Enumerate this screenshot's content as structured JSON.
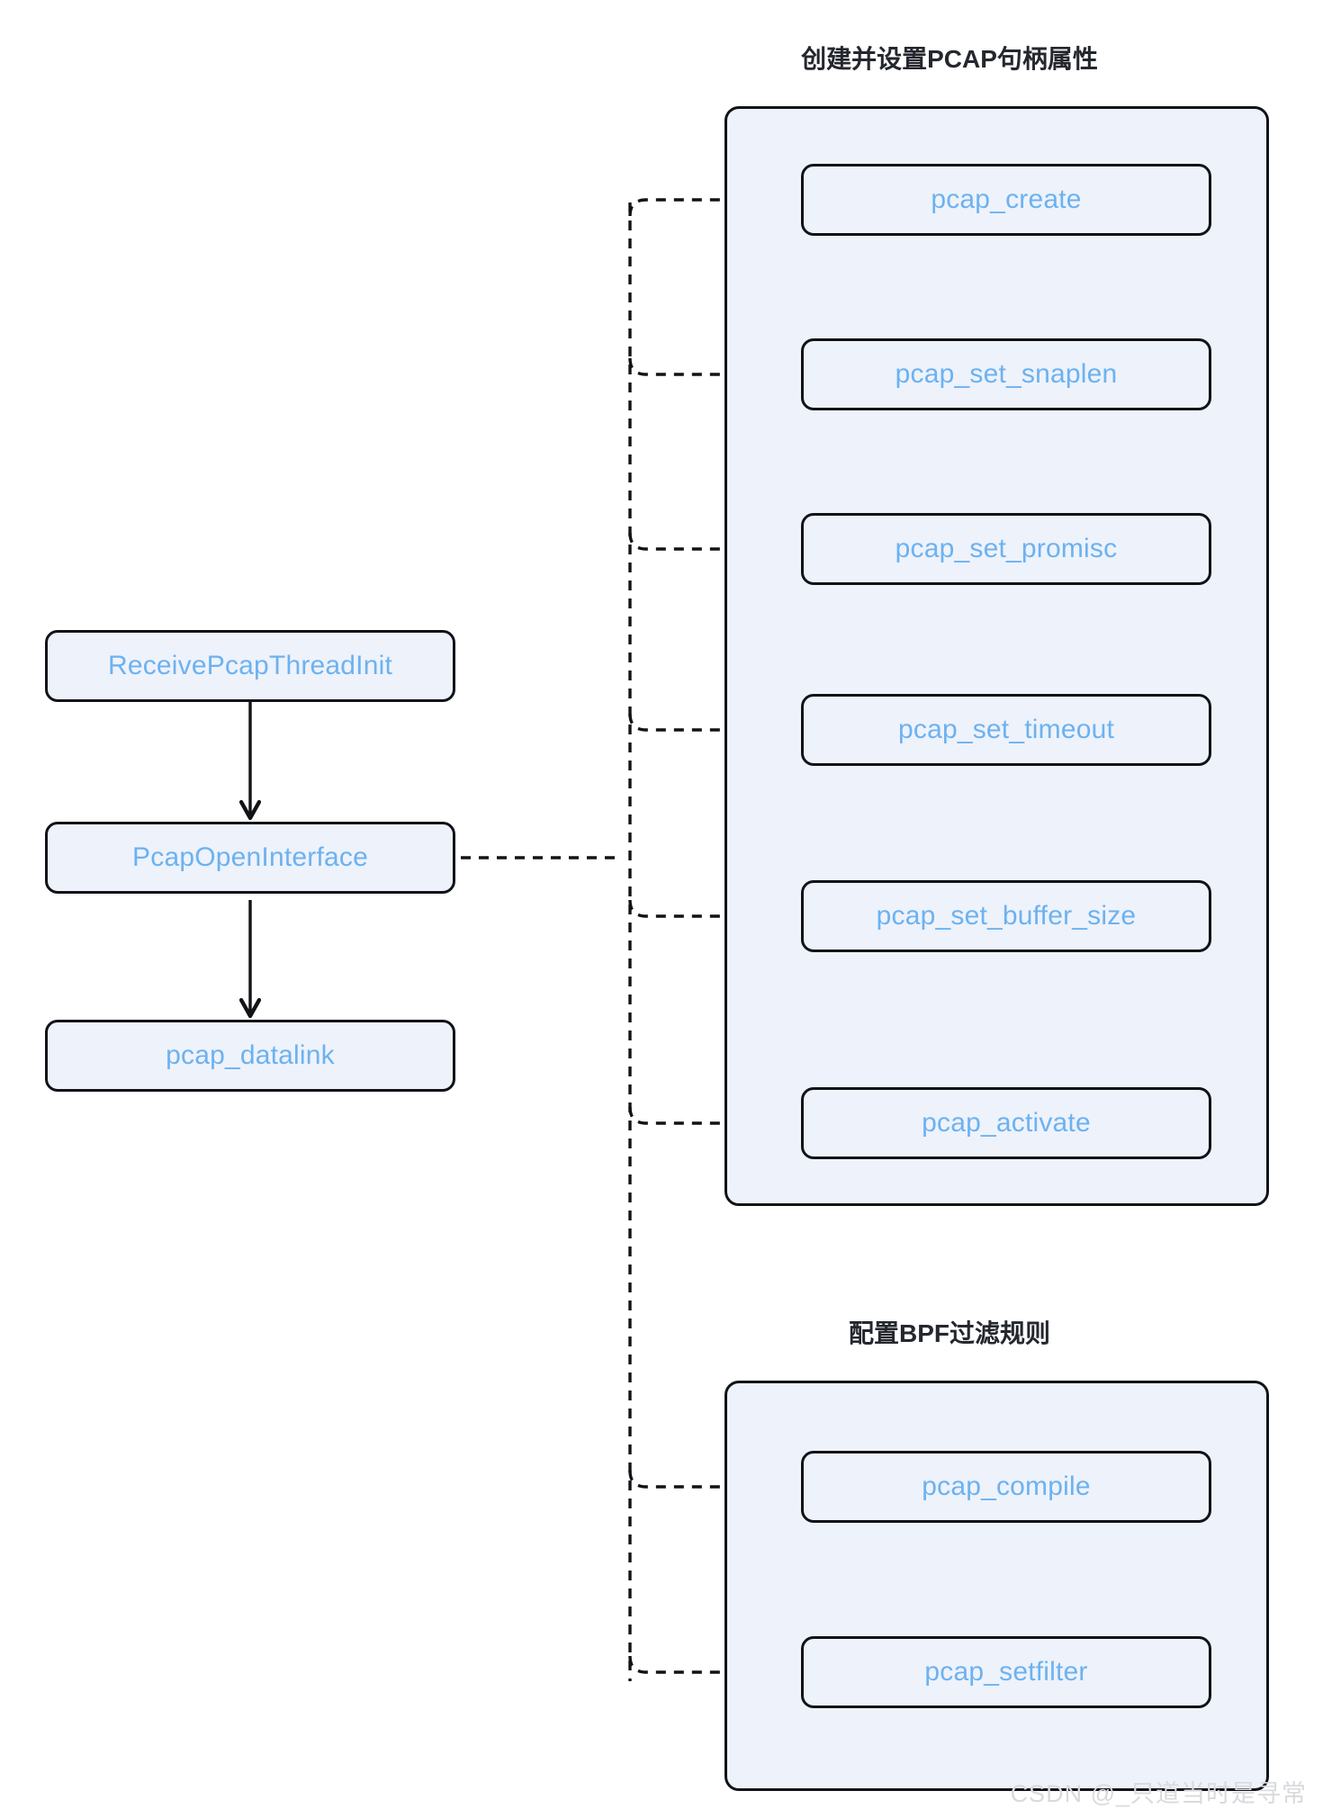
{
  "diagram": {
    "title_group_1": "创建并设置PCAP句柄属性",
    "title_group_2": "配置BPF过滤规则",
    "watermark": "CSDN @_只道当时是寻常",
    "colors": {
      "node_fill": "#eef2fb",
      "node_border": "#111317",
      "node_text": "#6cb2f0",
      "panel_fill": "#eef2fb",
      "panel_border": "#111317",
      "title_text": "#24272e",
      "arrow": "#111317",
      "watermark": "#d9dade",
      "page_bg": "#ffffff"
    }
  },
  "main_flow": {
    "nodes": [
      {
        "id": "receive-pcap-thread-init",
        "label": "ReceivePcapThreadInit"
      },
      {
        "id": "pcap-open-interface",
        "label": "PcapOpenInterface"
      },
      {
        "id": "pcap-datalink",
        "label": "pcap_datalink"
      }
    ]
  },
  "group_1": {
    "title": "创建并设置PCAP句柄属性",
    "nodes": [
      {
        "id": "pcap-create",
        "label": "pcap_create"
      },
      {
        "id": "pcap-set-snaplen",
        "label": "pcap_set_snaplen"
      },
      {
        "id": "pcap-set-promisc",
        "label": "pcap_set_promisc"
      },
      {
        "id": "pcap-set-timeout",
        "label": "pcap_set_timeout"
      },
      {
        "id": "pcap-set-buffer-size",
        "label": "pcap_set_buffer_size"
      },
      {
        "id": "pcap-activate",
        "label": "pcap_activate"
      }
    ]
  },
  "group_2": {
    "title": "配置BPF过滤规则",
    "nodes": [
      {
        "id": "pcap-compile",
        "label": "pcap_compile"
      },
      {
        "id": "pcap-setfilter",
        "label": "pcap_setfilter"
      }
    ]
  }
}
